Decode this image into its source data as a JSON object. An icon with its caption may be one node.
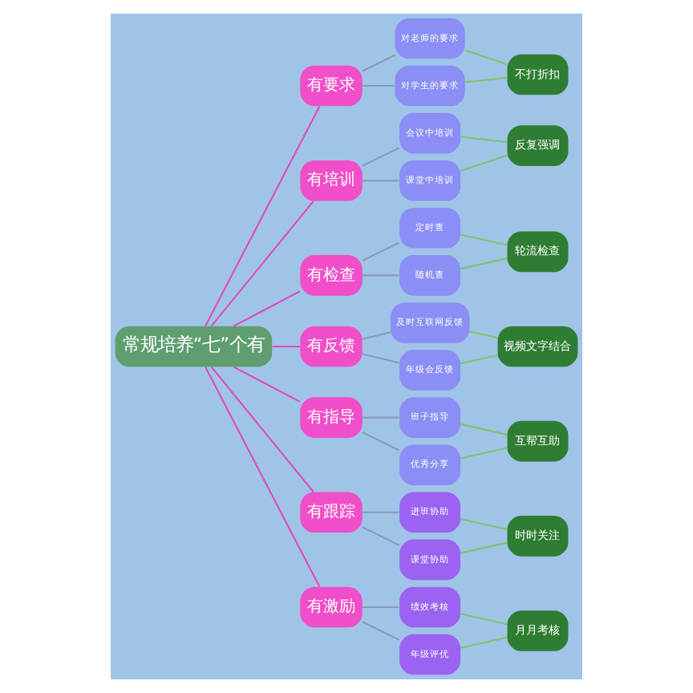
{
  "diagram": {
    "nodes": [
      {
        "text": [
          "常规培养“七”个有"
        ]
      },
      {
        "text": [
          "有要求"
        ]
      },
      {
        "text": [
          "对老师的要求"
        ]
      },
      {
        "text": [
          "对学生的要求"
        ]
      },
      {
        "text": [
          "不打折扣"
        ]
      },
      {
        "text": [
          "有培训"
        ]
      },
      {
        "text": [
          "会议中培训"
        ]
      },
      {
        "text": [
          "课堂中培训"
        ]
      },
      {
        "text": [
          "反复强调"
        ]
      },
      {
        "text": [
          "有检查"
        ]
      },
      {
        "text": [
          "定时查"
        ]
      },
      {
        "text": [
          "随机查"
        ]
      },
      {
        "text": [
          "轮流检查"
        ]
      },
      {
        "text": [
          "有反馈"
        ]
      },
      {
        "text": [
          "及时互联网反馈"
        ]
      },
      {
        "text": [
          "年级会反馈"
        ]
      },
      {
        "text": [
          "视频文字结合"
        ]
      },
      {
        "text": [
          "有指导"
        ]
      },
      {
        "text": [
          "班子指导"
        ]
      },
      {
        "text": [
          "优秀分享"
        ]
      },
      {
        "text": [
          "互帮互助"
        ]
      },
      {
        "text": [
          "有跟踪"
        ]
      },
      {
        "text": [
          "进班协助"
        ]
      },
      {
        "text": [
          "课堂协助"
        ]
      },
      {
        "text": [
          "时时关注"
        ]
      },
      {
        "text": [
          "有激励"
        ]
      },
      {
        "text": [
          "绩效考核"
        ]
      },
      {
        "text": [
          "年级评优"
        ]
      },
      {
        "text": [
          "月月考核"
        ]
      }
    ],
    "edges": [
      {
        "from": 0,
        "to": 1,
        "arrow": "none",
        "color": "#e04ab8"
      },
      {
        "from": 1,
        "to": 2,
        "arrow": "none",
        "color": "#8a9bb0"
      },
      {
        "from": 1,
        "to": 3,
        "arrow": "none",
        "color": "#8a9bb0"
      },
      {
        "from": 2,
        "to": 4,
        "arrow": "none",
        "color": "#7cc46a"
      },
      {
        "from": 3,
        "to": 4,
        "arrow": "none",
        "color": "#7cc46a"
      },
      {
        "from": 0,
        "to": 5,
        "arrow": "none",
        "color": "#e04ab8"
      },
      {
        "from": 5,
        "to": 6,
        "arrow": "none",
        "color": "#8a9bb0"
      },
      {
        "from": 5,
        "to": 7,
        "arrow": "none",
        "color": "#8a9bb0"
      },
      {
        "from": 6,
        "to": 8,
        "arrow": "none",
        "color": "#7cc46a"
      },
      {
        "from": 7,
        "to": 8,
        "arrow": "none",
        "color": "#7cc46a"
      },
      {
        "from": 0,
        "to": 9,
        "arrow": "none",
        "color": "#e04ab8"
      },
      {
        "from": 9,
        "to": 10,
        "arrow": "none",
        "color": "#8a9bb0"
      },
      {
        "from": 9,
        "to": 11,
        "arrow": "none",
        "color": "#8a9bb0"
      },
      {
        "from": 10,
        "to": 12,
        "arrow": "none",
        "color": "#7cc46a"
      },
      {
        "from": 11,
        "to": 12,
        "arrow": "none",
        "color": "#7cc46a"
      },
      {
        "from": 0,
        "to": 13,
        "arrow": "none",
        "color": "#e04ab8"
      },
      {
        "from": 13,
        "to": 14,
        "arrow": "none",
        "color": "#8a9bb0"
      },
      {
        "from": 13,
        "to": 15,
        "arrow": "none",
        "color": "#8a9bb0"
      },
      {
        "from": 14,
        "to": 16,
        "arrow": "none",
        "color": "#7cc46a"
      },
      {
        "from": 15,
        "to": 16,
        "arrow": "none",
        "color": "#7cc46a"
      },
      {
        "from": 0,
        "to": 17,
        "arrow": "none",
        "color": "#e04ab8"
      },
      {
        "from": 17,
        "to": 18,
        "arrow": "none",
        "color": "#8a9bb0"
      },
      {
        "from": 17,
        "to": 19,
        "arrow": "none",
        "color": "#8a9bb0"
      },
      {
        "from": 18,
        "to": 20,
        "arrow": "none",
        "color": "#7cc46a"
      },
      {
        "from": 19,
        "to": 20,
        "arrow": "none",
        "color": "#7cc46a"
      },
      {
        "from": 0,
        "to": 21,
        "arrow": "none",
        "color": "#e04ab8"
      },
      {
        "from": 21,
        "to": 22,
        "arrow": "none",
        "color": "#8a9bb0"
      },
      {
        "from": 21,
        "to": 23,
        "arrow": "none",
        "color": "#8a9bb0"
      },
      {
        "from": 22,
        "to": 24,
        "arrow": "none",
        "color": "#7cc46a"
      },
      {
        "from": 23,
        "to": 24,
        "arrow": "none",
        "color": "#7cc46a"
      },
      {
        "from": 0,
        "to": 25,
        "arrow": "none",
        "color": "#e04ab8"
      },
      {
        "from": 25,
        "to": 26,
        "arrow": "none",
        "color": "#8a9bb0"
      },
      {
        "from": 25,
        "to": 27,
        "arrow": "none",
        "color": "#8a9bb0"
      },
      {
        "from": 26,
        "to": 28,
        "arrow": "none",
        "color": "#7cc46a"
      },
      {
        "from": 27,
        "to": 28,
        "arrow": "none",
        "color": "#7cc46a"
      }
    ]
  }
}
